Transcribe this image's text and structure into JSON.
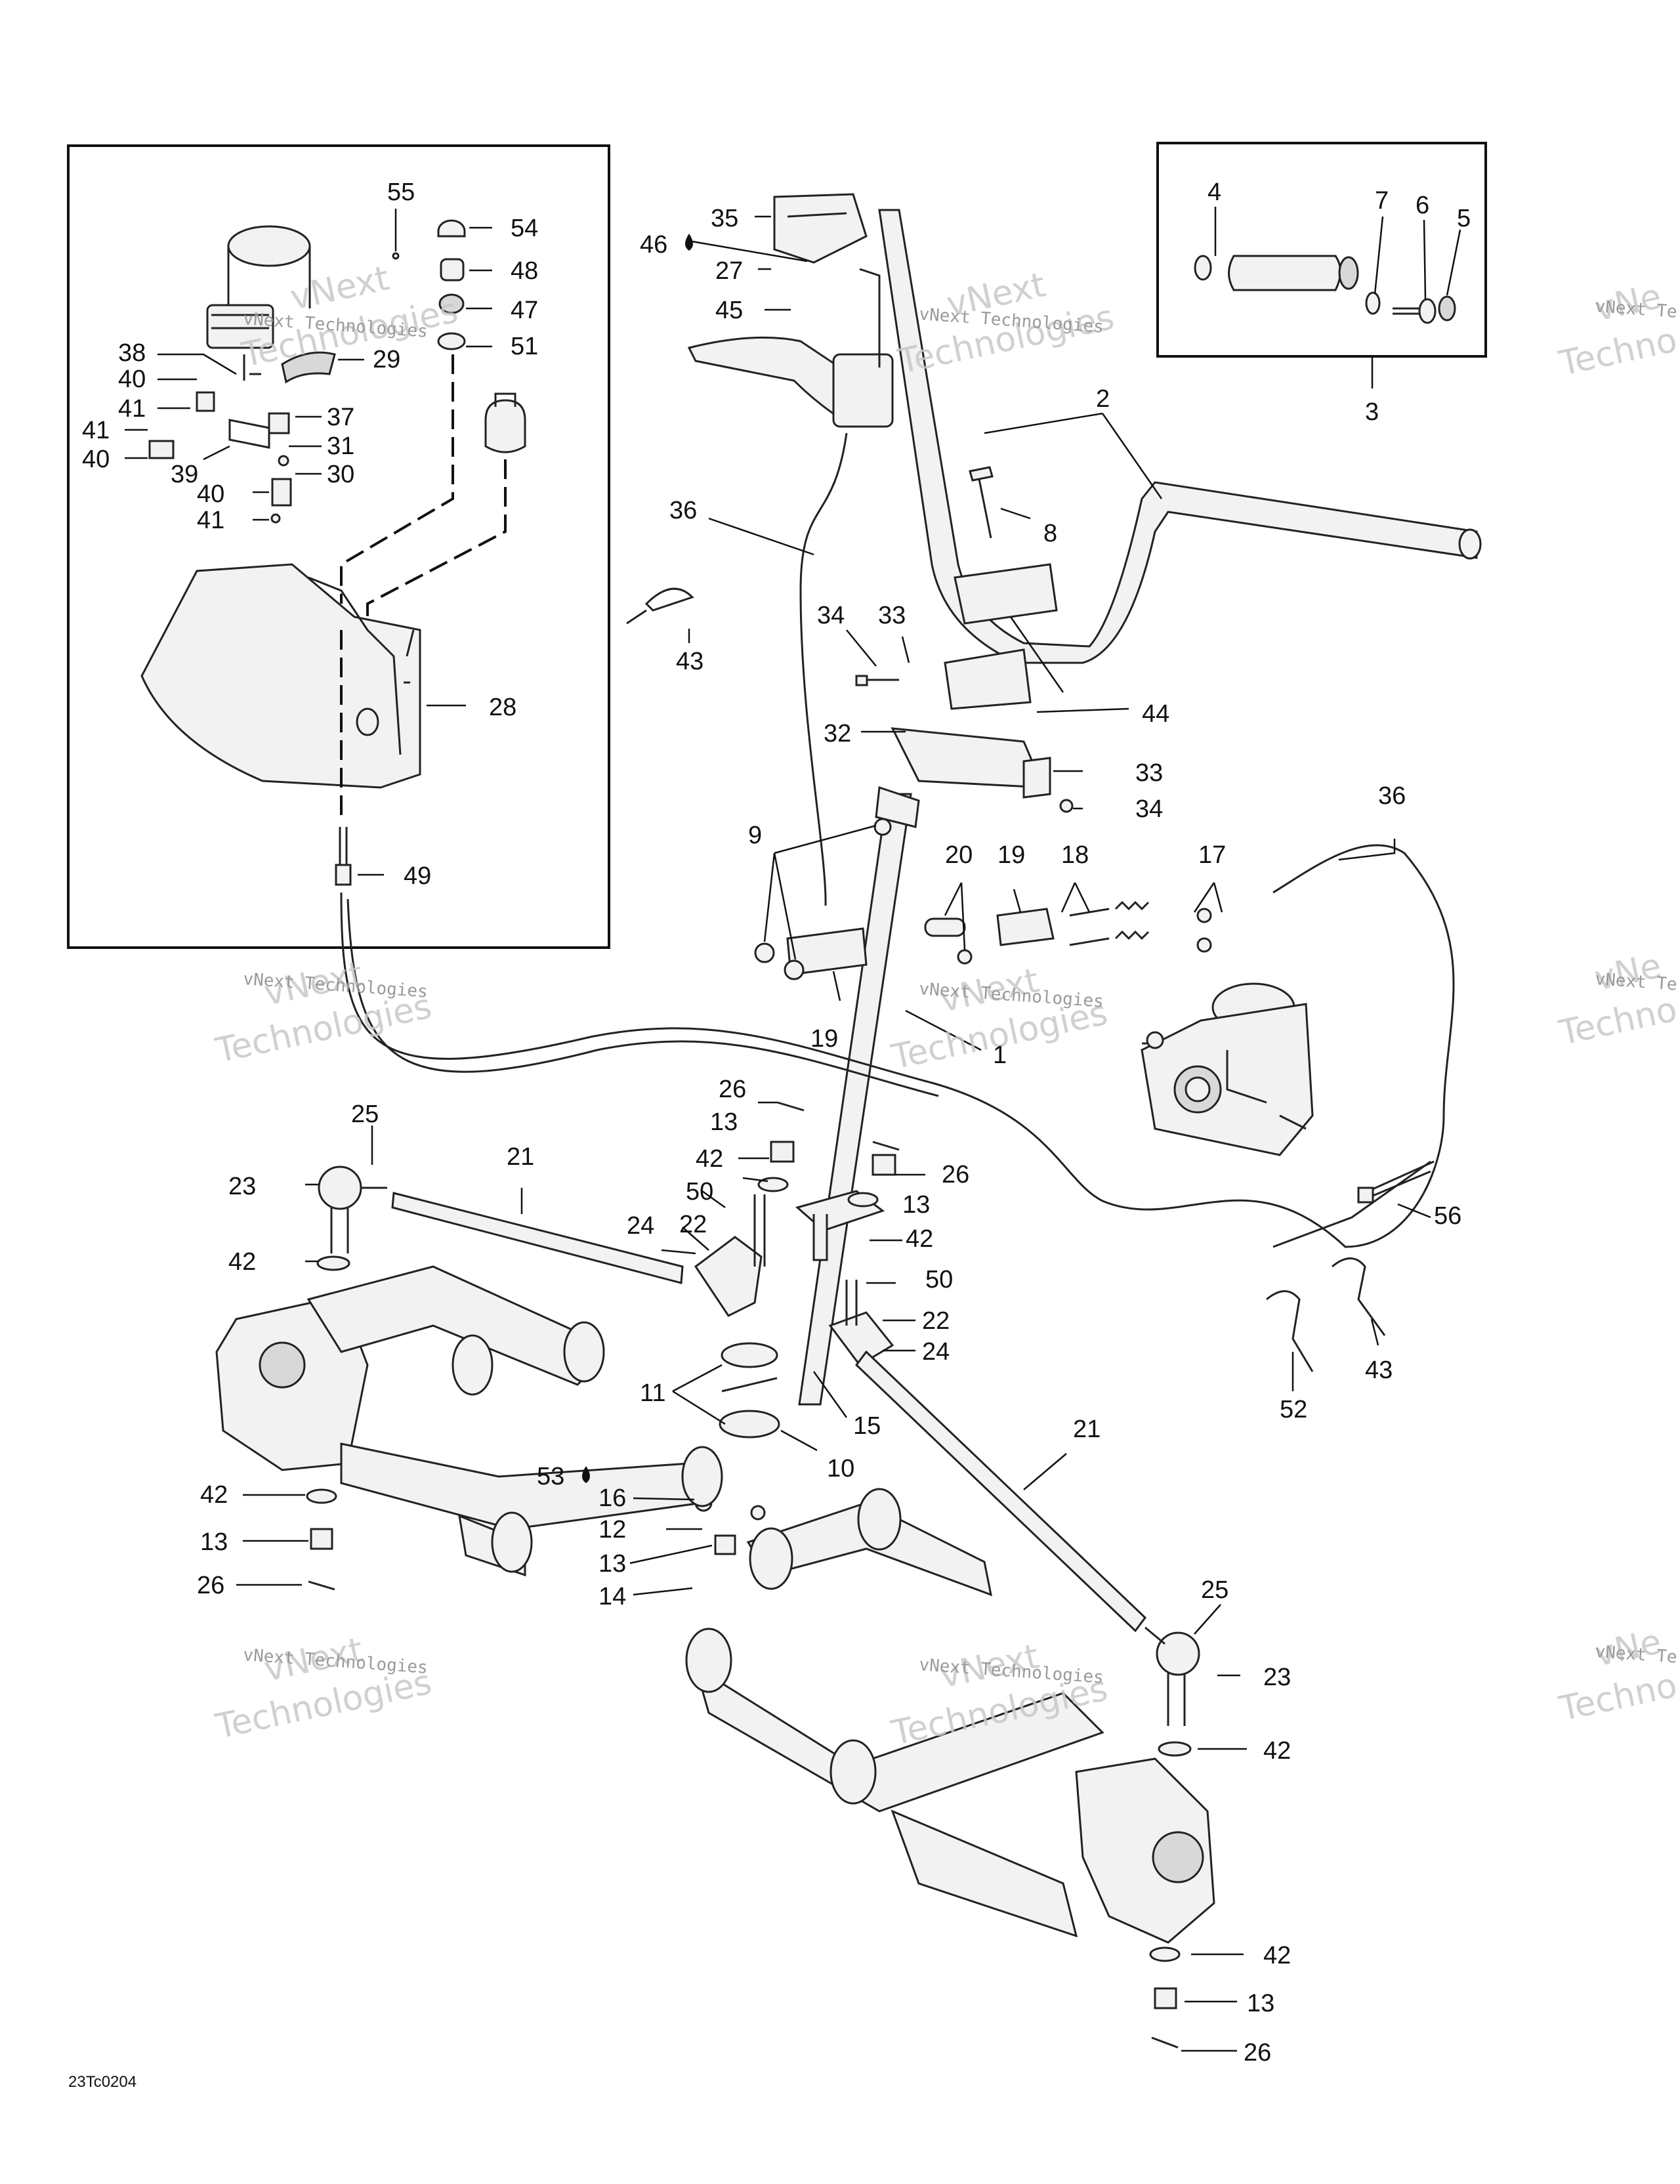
{
  "diagram": {
    "drawing_code": "23Tc0204",
    "watermark": {
      "line1": "vNext",
      "line2": "Technologies",
      "caption": "vNext Technologies",
      "partial_line1": "vNe",
      "partial_line2": "Techno",
      "partial_caption": "vNext Te"
    },
    "callouts": [
      {
        "id": "55",
        "text": "55"
      },
      {
        "id": "54",
        "text": "54"
      },
      {
        "id": "48",
        "text": "48"
      },
      {
        "id": "47",
        "text": "47"
      },
      {
        "id": "51",
        "text": "51"
      },
      {
        "id": "38",
        "text": "38"
      },
      {
        "id": "29",
        "text": "29"
      },
      {
        "id": "40a",
        "text": "40"
      },
      {
        "id": "41a",
        "text": "41"
      },
      {
        "id": "37",
        "text": "37"
      },
      {
        "id": "41b",
        "text": "41"
      },
      {
        "id": "31",
        "text": "31"
      },
      {
        "id": "40b",
        "text": "40"
      },
      {
        "id": "39",
        "text": "39"
      },
      {
        "id": "30",
        "text": "30"
      },
      {
        "id": "40c",
        "text": "40"
      },
      {
        "id": "41c",
        "text": "41"
      },
      {
        "id": "28",
        "text": "28"
      },
      {
        "id": "49",
        "text": "49"
      },
      {
        "id": "35",
        "text": "35"
      },
      {
        "id": "46",
        "text": "46"
      },
      {
        "id": "27",
        "text": "27"
      },
      {
        "id": "45",
        "text": "45"
      },
      {
        "id": "36a",
        "text": "36"
      },
      {
        "id": "43a",
        "text": "43"
      },
      {
        "id": "2",
        "text": "2"
      },
      {
        "id": "8",
        "text": "8"
      },
      {
        "id": "34a",
        "text": "34"
      },
      {
        "id": "33a",
        "text": "33"
      },
      {
        "id": "44",
        "text": "44"
      },
      {
        "id": "32",
        "text": "32"
      },
      {
        "id": "33b",
        "text": "33"
      },
      {
        "id": "34b",
        "text": "34"
      },
      {
        "id": "9",
        "text": "9"
      },
      {
        "id": "20",
        "text": "20"
      },
      {
        "id": "19a",
        "text": "19"
      },
      {
        "id": "18",
        "text": "18"
      },
      {
        "id": "17",
        "text": "17"
      },
      {
        "id": "36b",
        "text": "36"
      },
      {
        "id": "19b",
        "text": "19"
      },
      {
        "id": "1",
        "text": "1"
      },
      {
        "id": "4",
        "text": "4"
      },
      {
        "id": "7",
        "text": "7"
      },
      {
        "id": "6",
        "text": "6"
      },
      {
        "id": "5",
        "text": "5"
      },
      {
        "id": "3",
        "text": "3"
      },
      {
        "id": "25a",
        "text": "25"
      },
      {
        "id": "23a",
        "text": "23"
      },
      {
        "id": "21a",
        "text": "21"
      },
      {
        "id": "26a",
        "text": "26"
      },
      {
        "id": "13a",
        "text": "13"
      },
      {
        "id": "42a",
        "text": "42"
      },
      {
        "id": "50a",
        "text": "50"
      },
      {
        "id": "24a",
        "text": "24"
      },
      {
        "id": "22a",
        "text": "22"
      },
      {
        "id": "26b",
        "text": "26"
      },
      {
        "id": "13b",
        "text": "13"
      },
      {
        "id": "42b",
        "text": "42"
      },
      {
        "id": "50b",
        "text": "50"
      },
      {
        "id": "22b",
        "text": "22"
      },
      {
        "id": "24b",
        "text": "24"
      },
      {
        "id": "42c",
        "text": "42"
      },
      {
        "id": "11",
        "text": "11"
      },
      {
        "id": "15",
        "text": "15"
      },
      {
        "id": "10",
        "text": "10"
      },
      {
        "id": "53",
        "text": "53"
      },
      {
        "id": "16",
        "text": "16"
      },
      {
        "id": "12",
        "text": "12"
      },
      {
        "id": "13c",
        "text": "13"
      },
      {
        "id": "14",
        "text": "14"
      },
      {
        "id": "42d",
        "text": "42"
      },
      {
        "id": "13d",
        "text": "13"
      },
      {
        "id": "26c",
        "text": "26"
      },
      {
        "id": "21b",
        "text": "21"
      },
      {
        "id": "56",
        "text": "56"
      },
      {
        "id": "52",
        "text": "52"
      },
      {
        "id": "43b",
        "text": "43"
      },
      {
        "id": "25b",
        "text": "25"
      },
      {
        "id": "23b",
        "text": "23"
      },
      {
        "id": "42e",
        "text": "42"
      },
      {
        "id": "42f",
        "text": "42"
      },
      {
        "id": "13e",
        "text": "13"
      },
      {
        "id": "26d",
        "text": "26"
      }
    ]
  }
}
